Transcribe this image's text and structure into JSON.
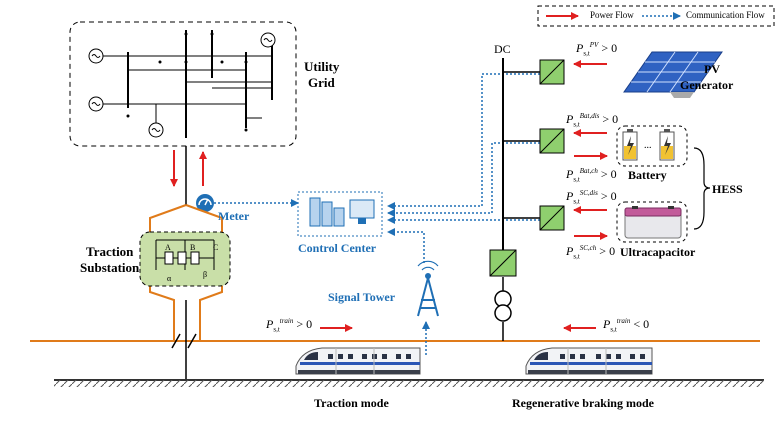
{
  "legend": {
    "power_flow": "Power Flow",
    "communication_flow": "Communication Flow"
  },
  "labels": {
    "utility_grid_line1": "Utility",
    "utility_grid_line2": "Grid",
    "traction_substation_line1": "Traction",
    "traction_substation_line2": "Substation",
    "meter": "Meter",
    "control_center": "Control Center",
    "signal_tower": "Signal Tower",
    "dc": "DC",
    "pv_line1": "PV",
    "pv_line2": "Generator",
    "battery": "Battery",
    "ultracapacitor": "Ultracapacitor",
    "hess": "HESS",
    "traction_mode": "Traction mode",
    "regen_mode": "Regenerative braking mode",
    "phase_a": "A",
    "phase_b": "B",
    "phase_c": "C",
    "phase_alpha": "α",
    "phase_beta": "β"
  },
  "equations": {
    "pv": {
      "sym": "P",
      "sub": "s,t",
      "sup": "PV",
      "rel": "> 0"
    },
    "bat_dis": {
      "sym": "P",
      "sub": "s,t",
      "sup": "Bat,dis",
      "rel": "> 0"
    },
    "bat_ch": {
      "sym": "P",
      "sub": "s,t",
      "sup": "Bat,ch",
      "rel": "> 0"
    },
    "sc_dis": {
      "sym": "P",
      "sub": "s,t",
      "sup": "SC,dis",
      "rel": "> 0"
    },
    "sc_ch": {
      "sym": "P",
      "sub": "s,t",
      "sup": "SC,ch",
      "rel": "> 0"
    },
    "train_traction": {
      "sym": "P",
      "sub": "s,t",
      "sup": "train",
      "rel": "> 0"
    },
    "train_regen": {
      "sym": "P",
      "sub": "s,t",
      "sup": "train",
      "rel": "< 0"
    }
  },
  "colors": {
    "power": "#e02020",
    "communication": "#1f6fb5",
    "catenary": "#e07b1a",
    "converter": "#8fcf6e",
    "substation": "#c9dfa8",
    "ground": "#333333"
  }
}
